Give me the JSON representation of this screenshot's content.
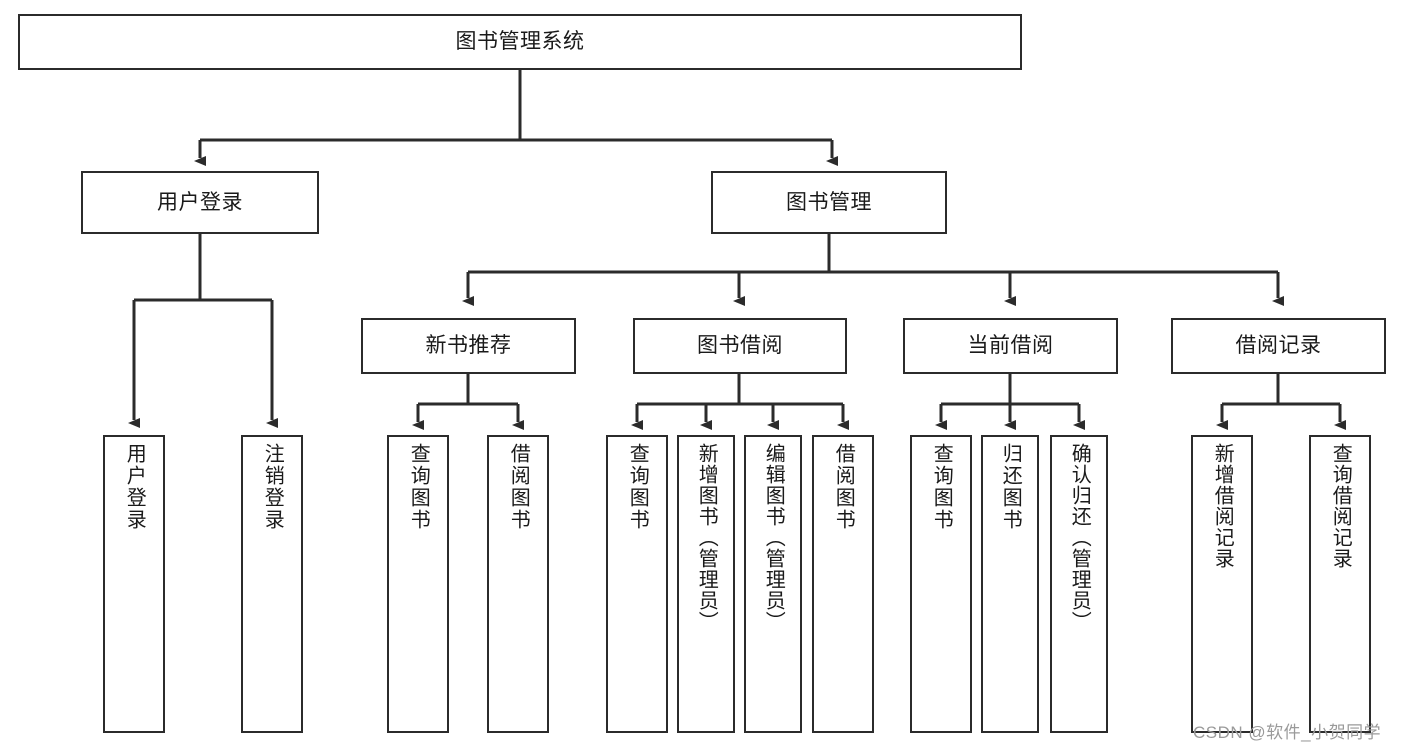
{
  "diagram": {
    "type": "tree",
    "title": "图书管理系统",
    "levels": {
      "root": {
        "label": "图书管理系统"
      },
      "level2": [
        {
          "label": "用户登录"
        },
        {
          "label": "图书管理"
        }
      ],
      "level3": [
        {
          "label": "新书推荐"
        },
        {
          "label": "图书借阅"
        },
        {
          "label": "当前借阅"
        },
        {
          "label": "借阅记录"
        }
      ],
      "leaves": [
        {
          "label": "用户登录",
          "parent": "用户登录"
        },
        {
          "label": "注销登录",
          "parent": "用户登录"
        },
        {
          "label": "查询图书",
          "parent": "新书推荐"
        },
        {
          "label": "借阅图书",
          "parent": "新书推荐"
        },
        {
          "label": "查询图书",
          "parent": "图书借阅"
        },
        {
          "label": "新增图书（管理员）",
          "parent": "图书借阅"
        },
        {
          "label": "编辑图书（管理员）",
          "parent": "图书借阅"
        },
        {
          "label": "借阅图书",
          "parent": "图书借阅"
        },
        {
          "label": "查询图书",
          "parent": "当前借阅"
        },
        {
          "label": "归还图书",
          "parent": "当前借阅"
        },
        {
          "label": "确认归还（管理员）",
          "parent": "当前借阅"
        },
        {
          "label": "新增借阅记录",
          "parent": "借阅记录"
        },
        {
          "label": "查询借阅记录",
          "parent": "借阅记录"
        }
      ]
    }
  },
  "watermark": {
    "text": "CSDN @软件_小贺同学"
  },
  "colors": {
    "stroke": "#2b2b2b",
    "fill": "#ffffff",
    "text": "#1a1a1a",
    "watermark": "#9a9a9a"
  }
}
